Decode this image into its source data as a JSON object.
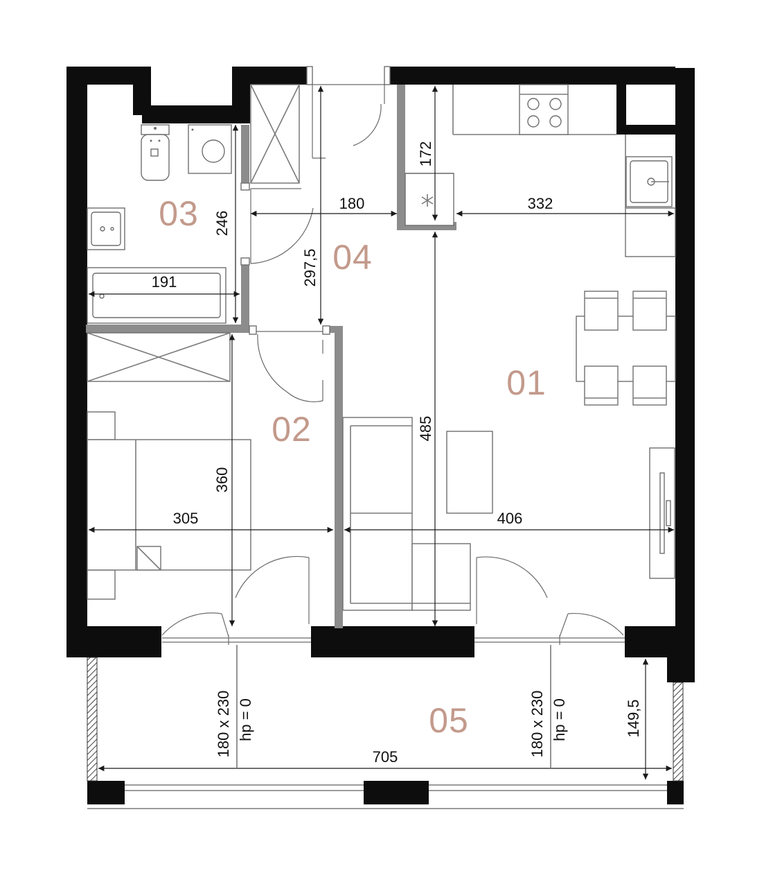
{
  "colors": {
    "wall": "#0d0d0d",
    "inner_wall": "#8c8c8c",
    "room_label": "#c39a8c",
    "furniture": "#6e6e6e"
  },
  "rooms": {
    "r01": "01",
    "r02": "02",
    "r03": "03",
    "r04": "04",
    "r05": "05"
  },
  "dimensions": {
    "d172": "172",
    "d180": "180",
    "d332": "332",
    "d246": "246",
    "d2975": "297,5",
    "d191": "191",
    "d485": "485",
    "d360": "360",
    "d305": "305",
    "d406": "406",
    "d705": "705",
    "d1495": "149,5"
  },
  "balcony_doors": {
    "left_size": "180 x 230",
    "left_hp": "hp = 0",
    "right_size": "180 x 230",
    "right_hp": "hp = 0"
  }
}
